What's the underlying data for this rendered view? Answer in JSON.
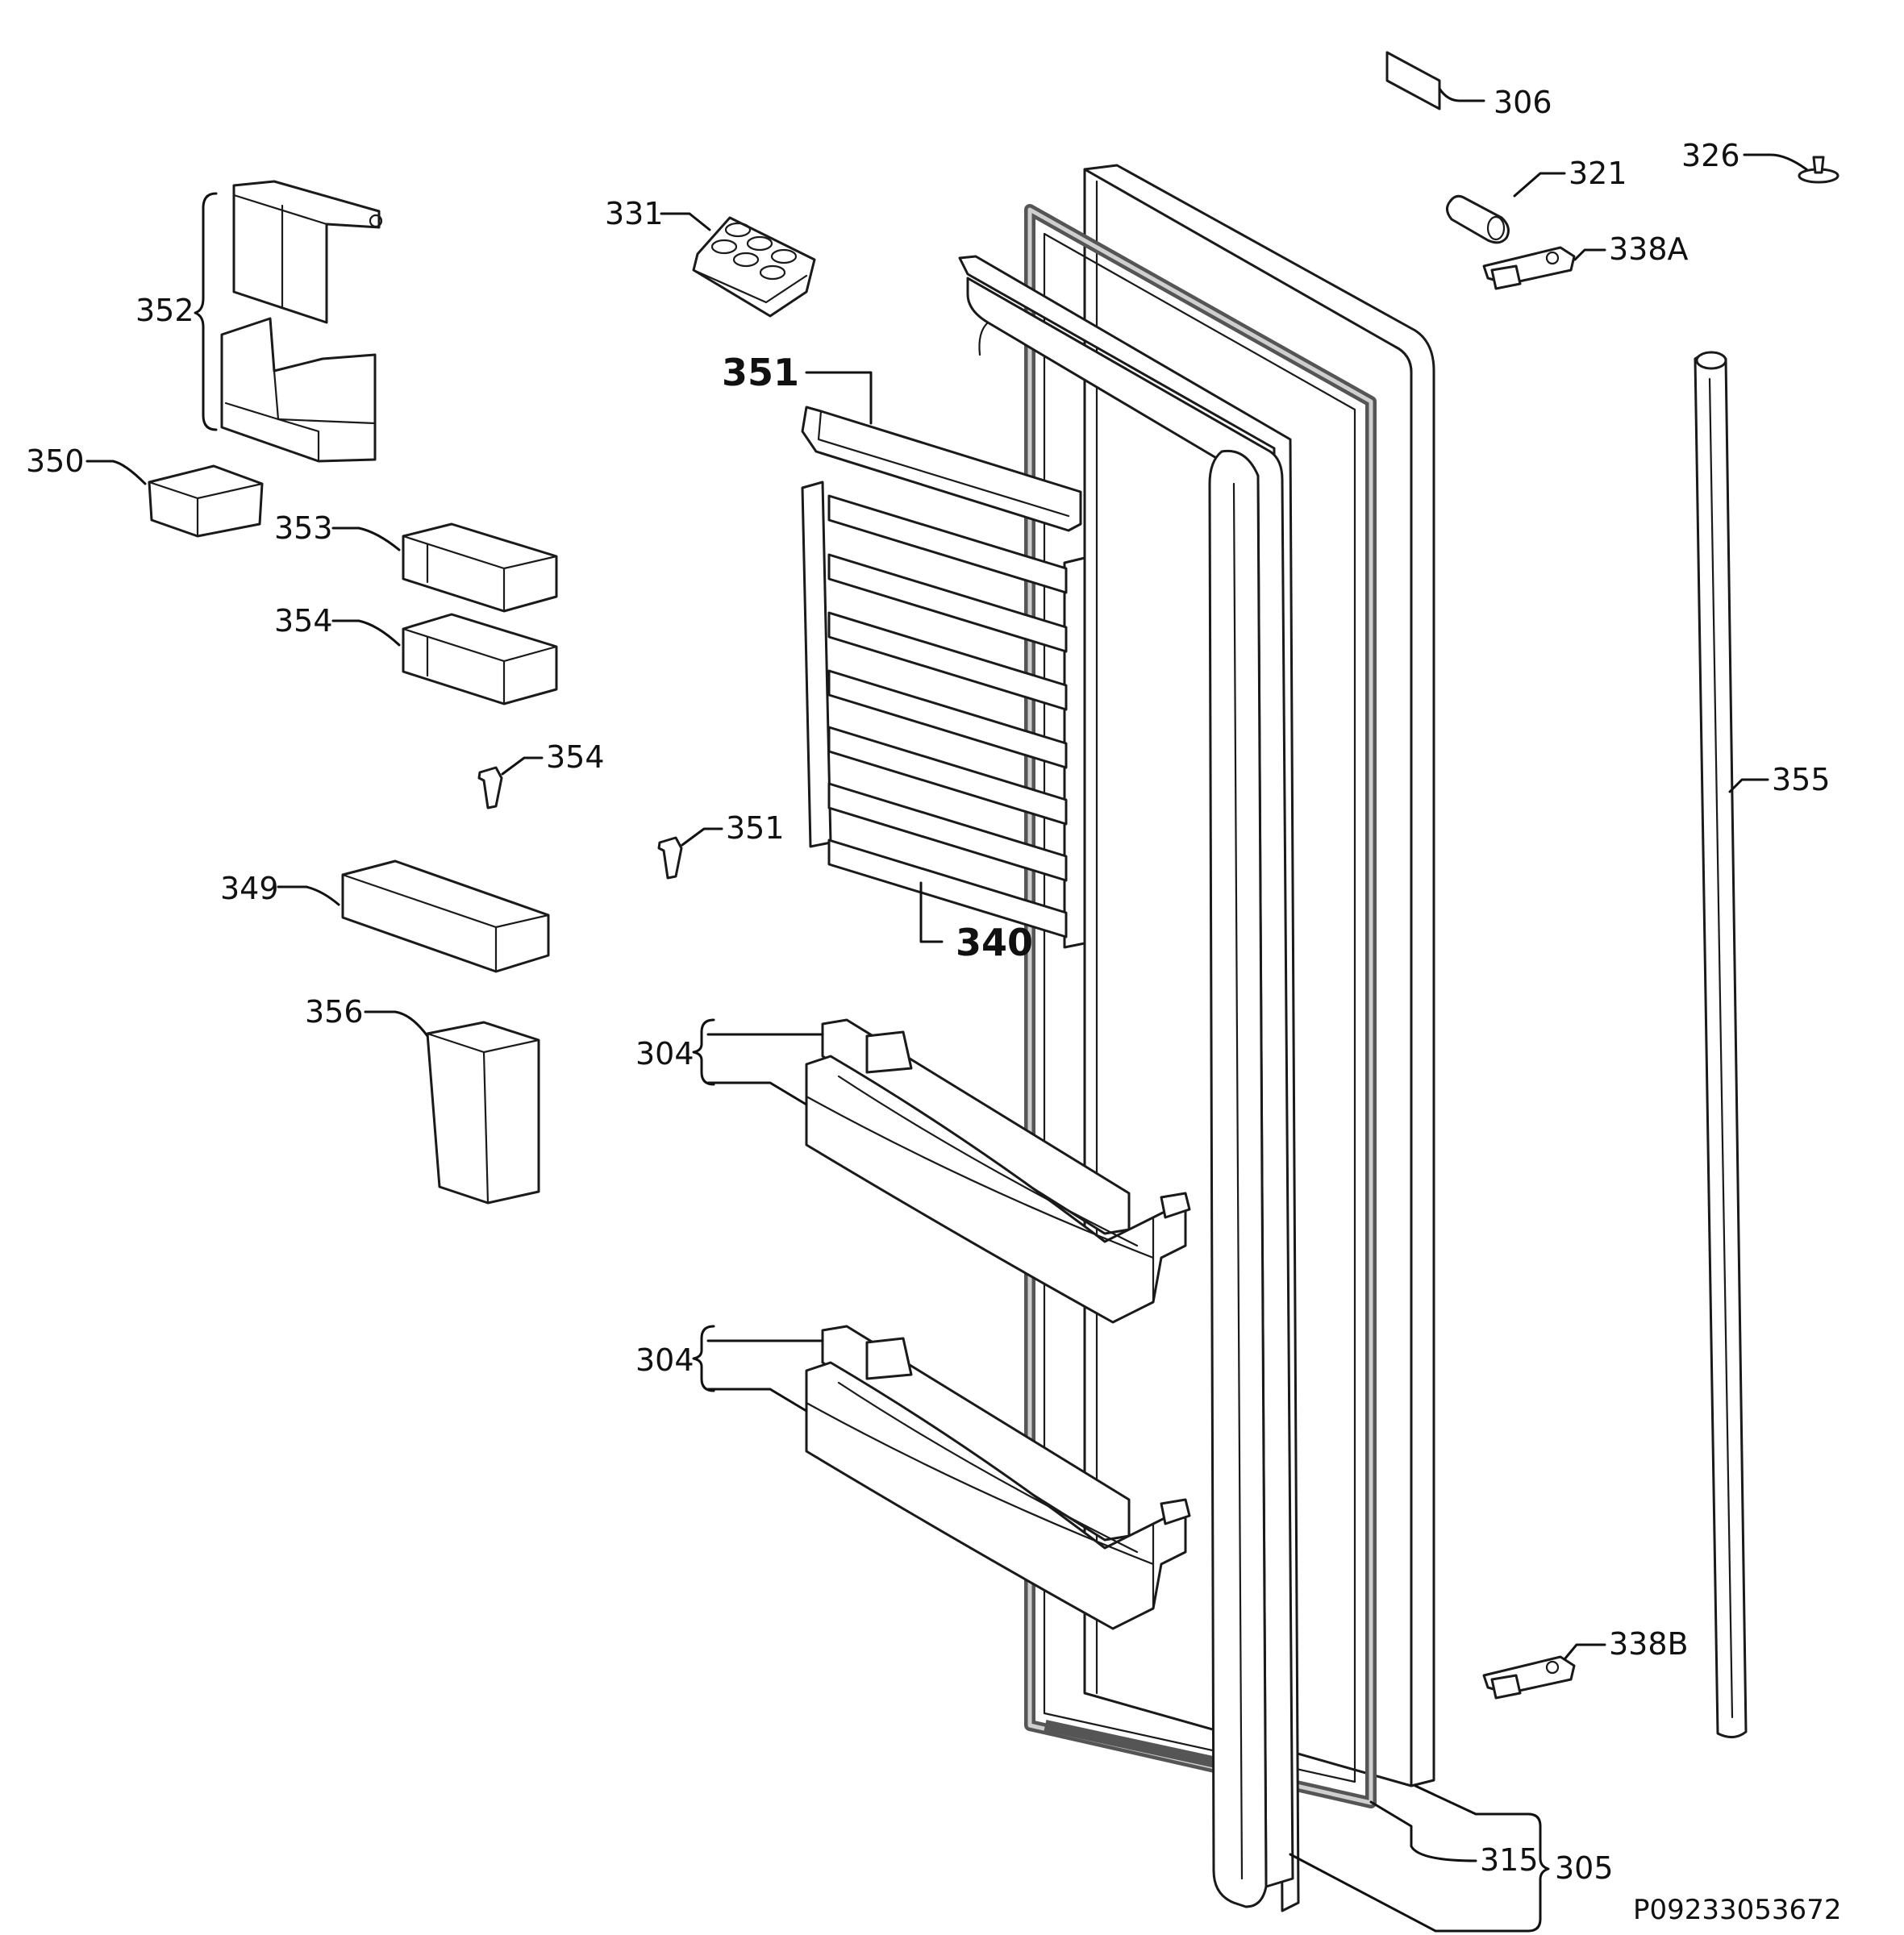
{
  "diagram": {
    "type": "exploded-parts-diagram",
    "drawing_code": "P09233053672",
    "callouts": [
      {
        "id": "c306",
        "label": "306"
      },
      {
        "id": "c321",
        "label": "321"
      },
      {
        "id": "c326",
        "label": "326"
      },
      {
        "id": "c338A",
        "label": "338A"
      },
      {
        "id": "c331",
        "label": "331"
      },
      {
        "id": "c352",
        "label": "352"
      },
      {
        "id": "c350",
        "label": "350"
      },
      {
        "id": "c353",
        "label": "353"
      },
      {
        "id": "c354a",
        "label": "354"
      },
      {
        "id": "c354b",
        "label": "354"
      },
      {
        "id": "c351a",
        "label": "351"
      },
      {
        "id": "c351b",
        "label": "351"
      },
      {
        "id": "c340",
        "label": "340"
      },
      {
        "id": "c355",
        "label": "355"
      },
      {
        "id": "c349",
        "label": "349"
      },
      {
        "id": "c356",
        "label": "356"
      },
      {
        "id": "c304a",
        "label": "304"
      },
      {
        "id": "c304b",
        "label": "304"
      },
      {
        "id": "c338B",
        "label": "338B"
      },
      {
        "id": "c315",
        "label": "315"
      },
      {
        "id": "c305",
        "label": "305"
      }
    ]
  }
}
